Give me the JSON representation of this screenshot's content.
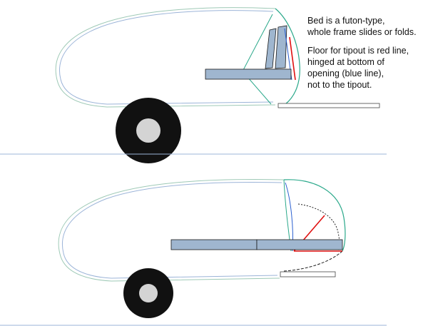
{
  "annotations": {
    "bed_note": [
      "Bed is a futon-type,",
      "whole frame slides or folds."
    ],
    "floor_note": [
      "Floor for tipout is red line,",
      "hinged at bottom of",
      "opening (blue line),",
      "not to the tipout."
    ]
  },
  "colors": {
    "trailer_outline": "#9ec9b6",
    "trailer_outline_inner": "#9cb4d8",
    "bed": "#9fb6cf",
    "bed_stroke": "#1a1a1a",
    "floor_line": "#e01010",
    "opening_line": "#2a5fd0",
    "tipout_shell": "#2aa88a",
    "tire": "#111111",
    "hub": "#d4d4d4",
    "ground_line": "#9cb4d8",
    "text": "#111111"
  },
  "icons": {
    "wheel": "wheel-icon"
  }
}
